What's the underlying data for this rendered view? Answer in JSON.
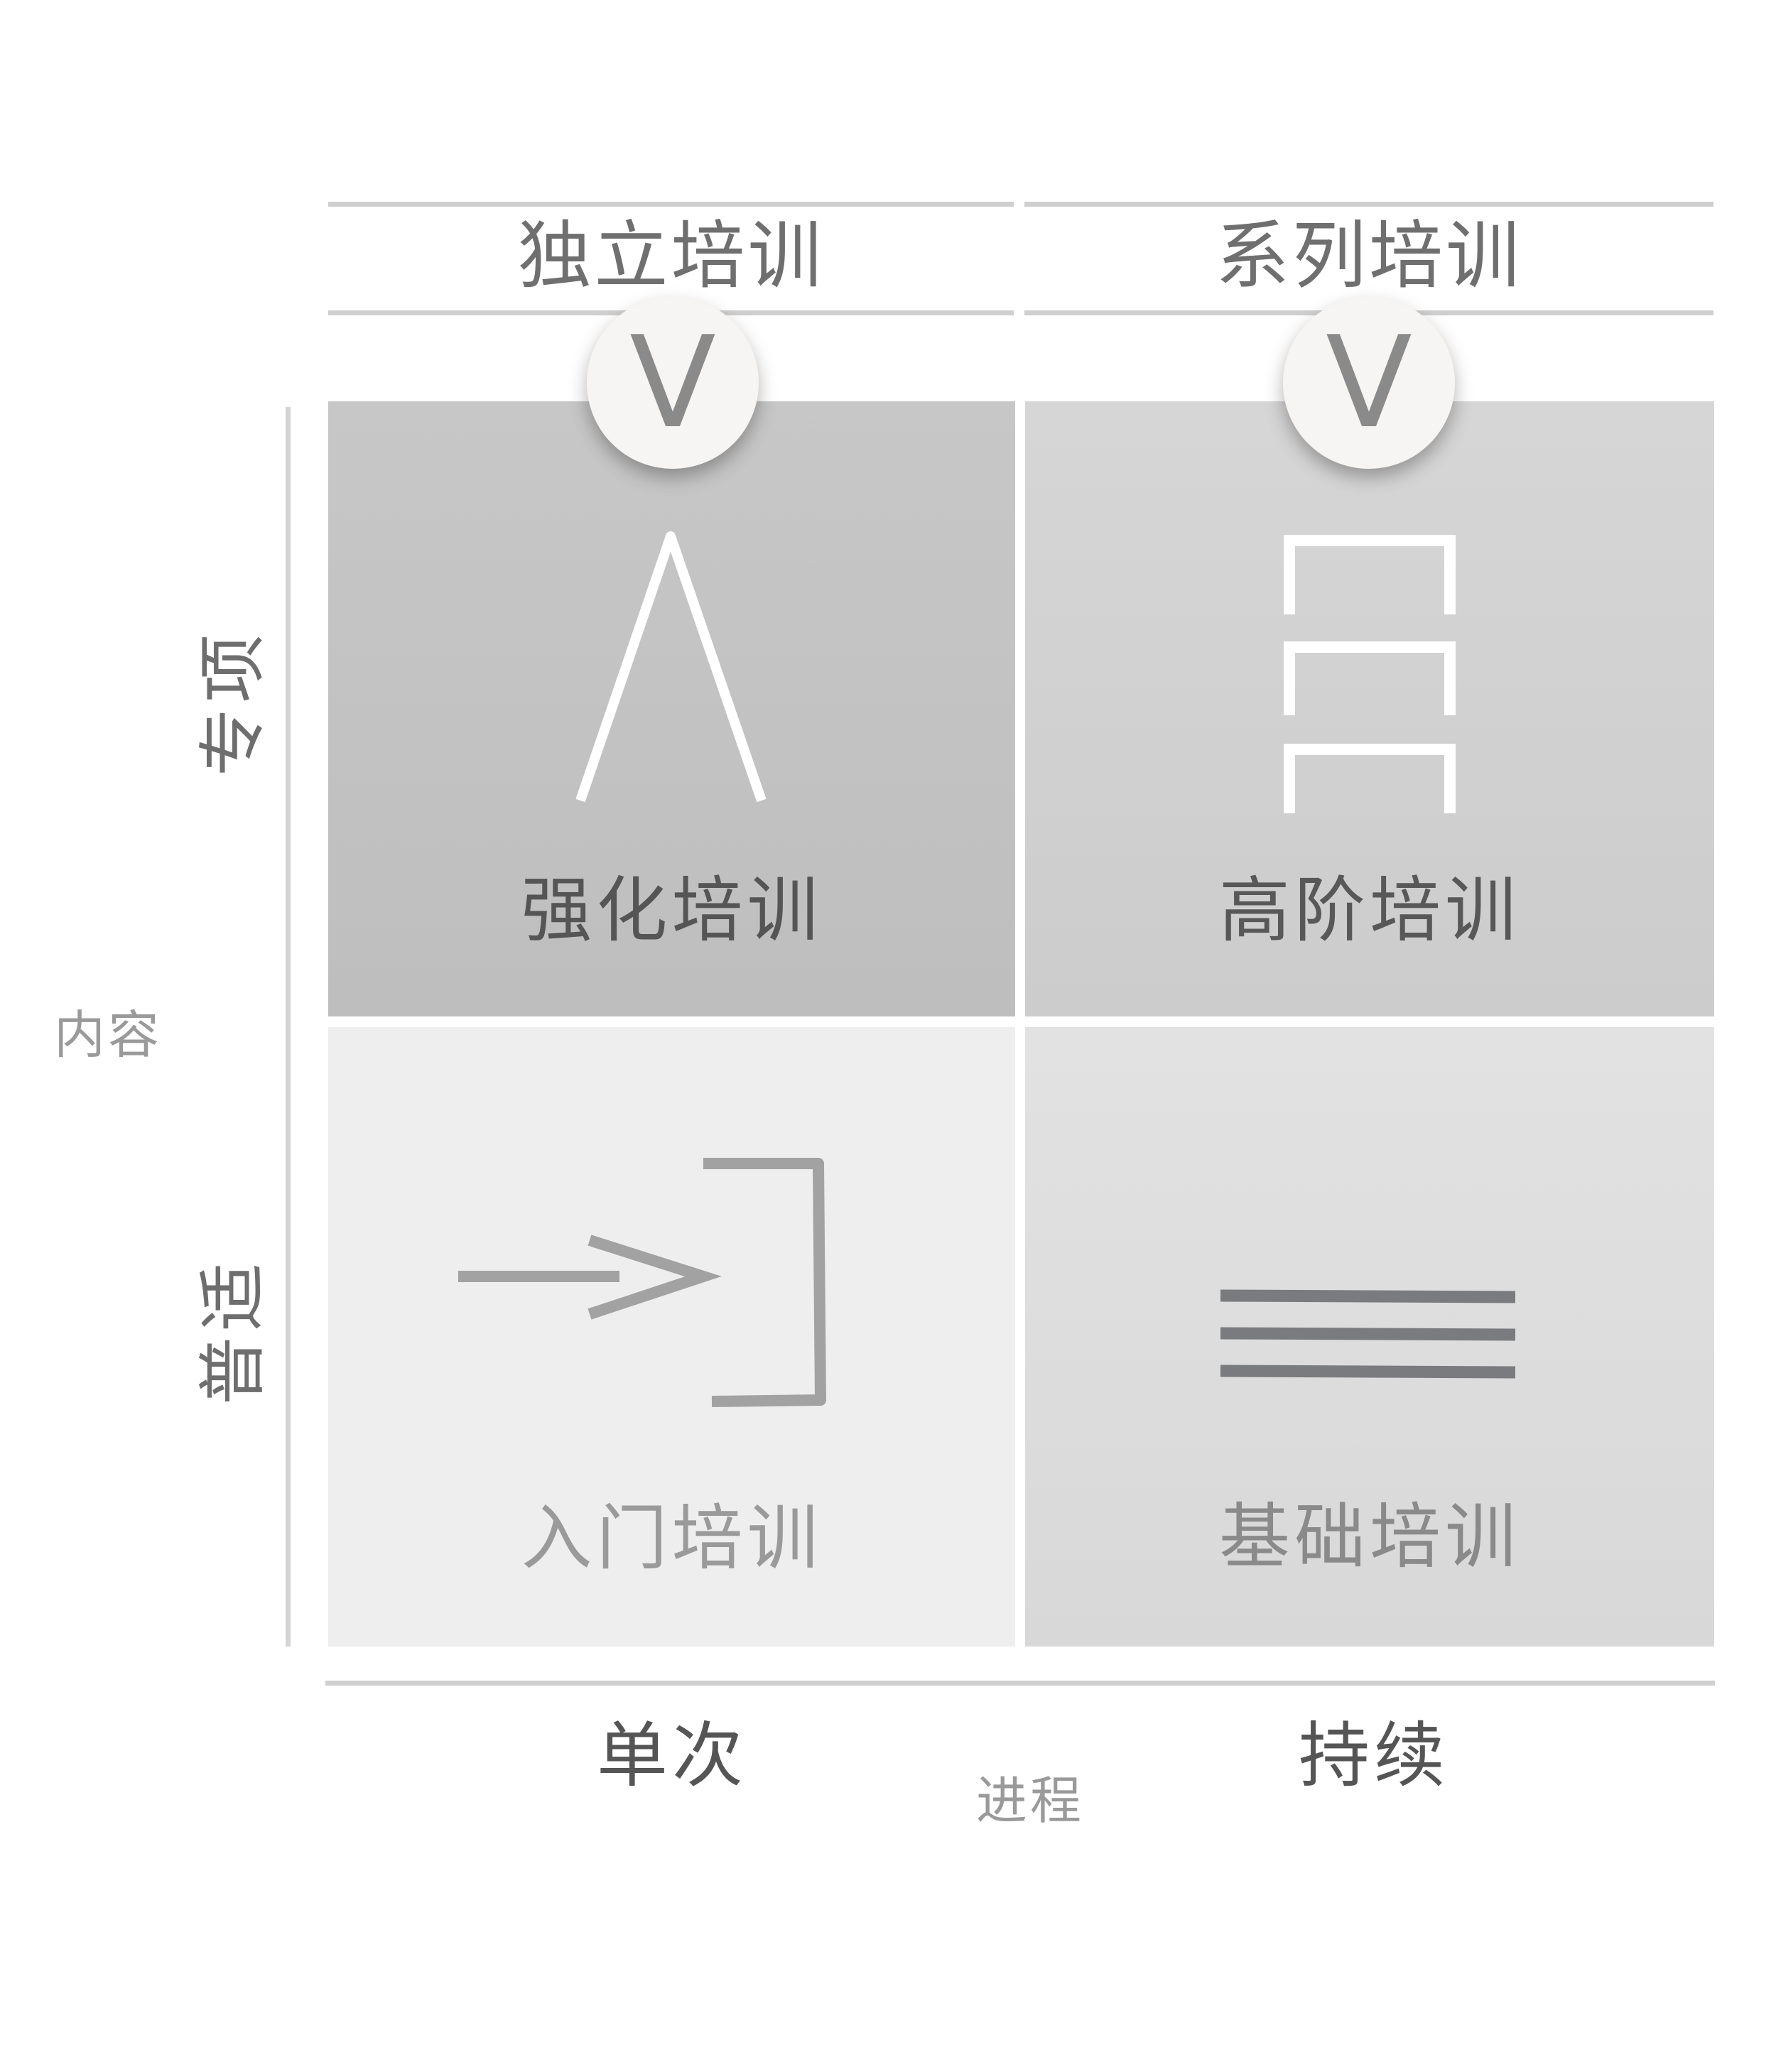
{
  "headers": {
    "left": "独立培训",
    "right": "系列培训",
    "left_badge": "V",
    "right_badge": "V"
  },
  "quadrants": {
    "top_left": {
      "label": "强化培训",
      "icon": "lambda-peak-icon"
    },
    "top_right": {
      "label": "高阶培训",
      "icon": "stacked-steps-icon"
    },
    "bottom_left": {
      "label": "入门培训",
      "icon": "arrow-into-bracket-icon"
    },
    "bottom_right": {
      "label": "基础培训",
      "icon": "three-lines-icon"
    }
  },
  "y_axis": {
    "title": "内容",
    "top": "专项",
    "bottom": "普适"
  },
  "x_axis": {
    "title": "进程",
    "left": "单次",
    "right": "持续"
  },
  "colors": {
    "top_left_bg": "#c2c2c2",
    "top_right_bg": "#d0d0d0",
    "bottom_left_bg": "#eeeeee",
    "bottom_right_bg": "#dddddd",
    "line": "#cfcfcf"
  }
}
